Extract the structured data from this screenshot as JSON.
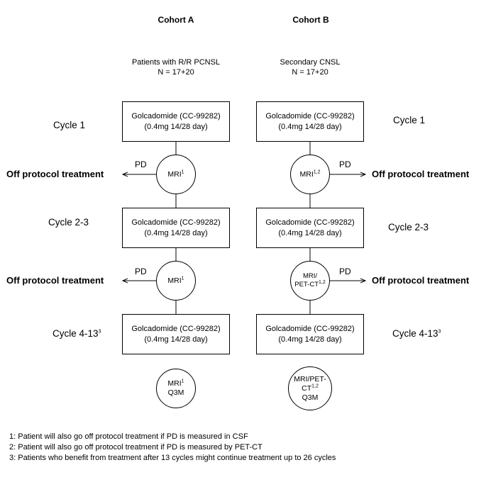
{
  "cohort_a": {
    "title": "Cohort A",
    "population": "Patients with R/R PCNSL",
    "n": "N = 17+20",
    "boxes": [
      {
        "line1": "Golcadomide (CC-99282)",
        "line2": "(0.4mg 14/28 day)"
      },
      {
        "line1": "Golcadomide (CC-99282)",
        "line2": "(0.4mg 14/28 day)"
      },
      {
        "line1": "Golcadomide (CC-99282)",
        "line2": "(0.4mg 14/28 day)"
      }
    ],
    "cycles": [
      {
        "label": "Cycle 1",
        "sup": ""
      },
      {
        "label": "Cycle 2-3",
        "sup": ""
      },
      {
        "label": "Cycle 4-13",
        "sup": "3"
      }
    ],
    "assessments": [
      {
        "text": "MRI",
        "sup": "1"
      },
      {
        "text": "MRI",
        "sup": "1"
      }
    ],
    "final_assessment": {
      "text": "MRI",
      "sup": "1",
      "line2": "Q3M"
    },
    "off_label": "Off protocol treatment",
    "pd_label": "PD"
  },
  "cohort_b": {
    "title": "Cohort B",
    "population": "Secondary CNSL",
    "n": "N = 17+20",
    "boxes": [
      {
        "line1": "Golcadomide (CC-99282)",
        "line2": "(0.4mg 14/28 day)"
      },
      {
        "line1": "Golcadomide (CC-99282)",
        "line2": "(0.4mg 14/28 day)"
      },
      {
        "line1": "Golcadomide (CC-99282)",
        "line2": "(0.4mg 14/28 day)"
      }
    ],
    "cycles": [
      {
        "label": "Cycle 1",
        "sup": ""
      },
      {
        "label": "Cycle 2-3",
        "sup": ""
      },
      {
        "label": "Cycle 4-13",
        "sup": "3"
      }
    ],
    "assessments": [
      {
        "text": "MRI",
        "sup": "1,2"
      },
      {
        "line1": "MRI/",
        "line2": "PET-CT",
        "sup": "1,2"
      }
    ],
    "final_assessment": {
      "line1": "MRI/PET-",
      "line2": "CT",
      "sup": "1,2",
      "line3": "Q3M"
    },
    "off_label": "Off protocol treatment",
    "pd_label": "PD"
  },
  "footnotes": [
    "1: Patient will also go off protocol treatment if PD is measured in CSF",
    "2: Patient will also go off protocol treatment if PD is measured by PET-CT",
    "3: Patients who benefit from treatment after 13 cycles might continue treatment up to 26 cycles"
  ]
}
